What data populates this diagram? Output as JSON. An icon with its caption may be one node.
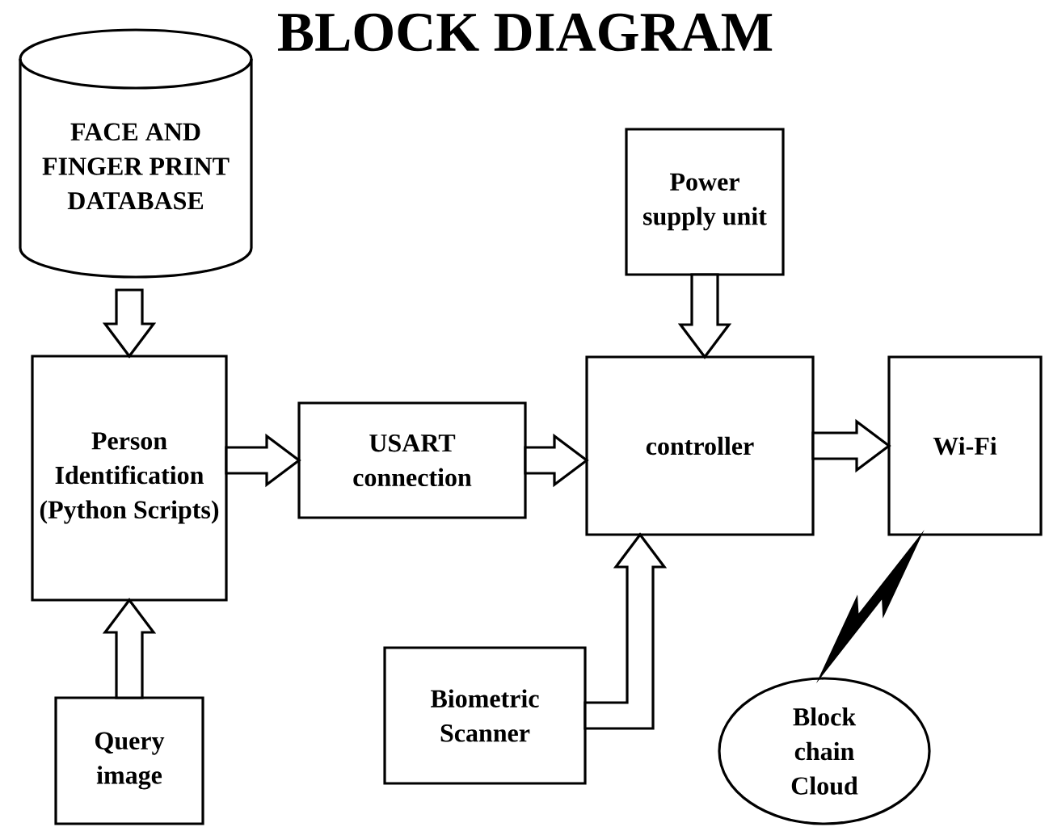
{
  "diagram": {
    "title": "BLOCK DIAGRAM",
    "nodes": [
      {
        "text": [
          "FACE AND FINGER PRINT DATABASE"
        ]
      },
      {
        "text": [
          "Person Identification (Python Scripts)"
        ]
      },
      {
        "text": [
          "USART connection"
        ]
      },
      {
        "text": [
          "Power supply unit"
        ]
      },
      {
        "text": [
          "controller"
        ]
      },
      {
        "text": [
          "Wi-Fi"
        ]
      },
      {
        "text": [
          "Query image"
        ]
      },
      {
        "text": [
          "Biometric Scanner"
        ]
      },
      {
        "text": [
          "Block chain Cloud"
        ]
      }
    ],
    "edges": [
      {
        "from": 0,
        "to": 1,
        "arrow": "to"
      },
      {
        "from": 6,
        "to": 1,
        "arrow": "to"
      },
      {
        "from": 1,
        "to": 2,
        "arrow": "to"
      },
      {
        "from": 2,
        "to": 4,
        "arrow": "to"
      },
      {
        "from": 3,
        "to": 4,
        "arrow": "to"
      },
      {
        "from": 7,
        "to": 4,
        "arrow": "to"
      },
      {
        "from": 4,
        "to": 5,
        "arrow": "to"
      },
      {
        "from": 8,
        "to": 5,
        "arrow": "none"
      }
    ]
  }
}
